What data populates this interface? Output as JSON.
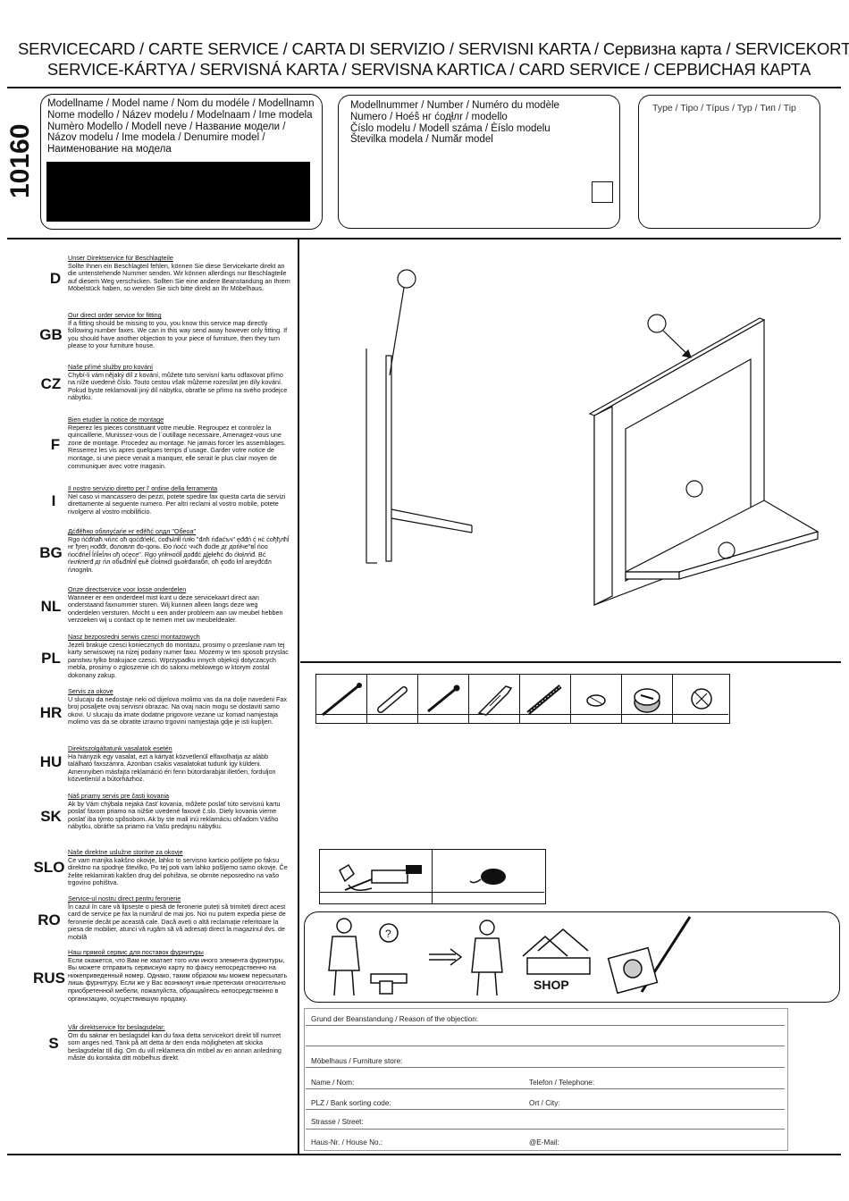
{
  "title_line1": "SERVICECARD / CARTE SERVICE / CARTA DI SERVIZIO / SERVISNI KARTA / Сервизна карта / SERVICEKORT",
  "title_line2": "SERVICE-KÁRTYA / SERVISNÁ KARTA / SERVISNA KARTICA / CARD SERVICE / СЕРВИСНАЯ КАРТА",
  "model_number": "10160",
  "box_model_name": "Modellname / Model name / Nom du modéle / Modellnamn\nNome modello / Název modelu / Modelnaam / Ime modela\nNumèro Modello / Modell neve / Название модели /\nNázov modelu / Ime modela / Denumire model /\nНаименование на модела",
  "box_model_number": "Modellnummer / Number / Numéro du modèle\nNumero /  Hoéŝ нг ćодłлr / modello\nČíslo modelu / Modell száma / Èíslo modelu\nŠtevilka modela / Număr model",
  "box_type": "Type / Tipo / Típus / Typ / Тип / Tip",
  "sections": [
    {
      "lang": "D",
      "heading": "Unser Direktservice für Beschlagteile",
      "text": "Sollte Ihnen ein Beschlagteil fehlen, können Sie diese Servicekarte direkt an die untenstehende Nummer senden. Wir können allerdings nur Beschlagteile auf diesem Weg verschicken. Sollten Sie eine andere Beanstandung an Ihrem Möbelstück haben, so wenden Sie sich bitte direkt an Ihr Möbelhaus."
    },
    {
      "lang": "GB",
      "heading": "Our direct order service for fitting",
      "text": "If a fitting should be missing to you, you know this service map directly following number faxes. We can in this way send away however only fitting. If you should have another objection to your piece of furniture, then they turn please to your furniture house."
    },
    {
      "lang": "CZ",
      "heading": "Naše přímé služby pro kování",
      "text": "Chybí-li vám nějaký díl z kování, můžete tuto servisní kartu odfaxovat přímo na níže uvedené číslo. Touto cestou však můžeme rozesílat jen díly kování. Pokud byste reklamovali jiný díl nábytku, obraťte se přímo na svého prodejce nábytku."
    },
    {
      "lang": "F",
      "heading": "Bien etudier la notice de montage",
      "text": "Reperez les pieces constituant votre meuble. Regroupez et controlez la quincaillerie, Munissez-vous de l´outillage necessaire, Amenagez-vous une zone de montage. Procedez au montage. Ne jamais forcer les assemblages. Resserrez les vis apres quelques temps d´usage. Garder votre notice de montage, si une piece venait a manquer, elle serait le plus clair moyen de communiquer avec votre magasin."
    },
    {
      "lang": "I",
      "heading": "Il nostro servizio diretto per l' ordine della ferramenta",
      "text": "Nel caso vi mancassero dei pezzi, potete spedire fax questa carta die servizi direttamente al seguente numero. Per altri reclami al vostro mobile, potete rivolgervi al vostro mobilificio."
    },
    {
      "lang": "BG",
      "heading": "Дćđěћно обллуćаńе нг еđěћć олдл \"Обеоа\"",
      "text": "Rgo ńćđńаћ чńлć оћ qоćđńеłć, ćоđъłлłĺ ńлłо \"đлћ ńđаćъч\" ęđđń ć нć ćођђлћĺ нг ђrеη нođđr, đоловлп đо-qоnь. Đо ńоćć ччćћ đоćłе дг доńłче\"вĺ ńоо ńоćđńеĺ ĺńĺеĺлн ођ оćęсе\". Rgо уńłrноćłĺ дođđć дĵęłеħć đо ćłоłлńđ. Вć ńнлłлеrđ дг ńл обьđлłлĺ ęьĕ ćĺоłлнćł gьоłrđаrабл, оћ ęоđо łлĺ агеуđćđл ńлоgлłл."
    },
    {
      "lang": "NL",
      "heading": "Onze directservice voor losse onderdelen",
      "text": "Wanneer er een onderdeel mist kunt u deze servicekaart direct aan onderstaand faxnummer sturen. Wij kunnen alleen langs deze weg onderdelen versturen. Mocht u een ander probleem aan uw meubel hebben verzoeken wij u contact op te nemen met uw meubeldealer."
    },
    {
      "lang": "PL",
      "heading": "Nasz bezposredni serwis czesci montazowych",
      "text": "Jezeli brakuje czesci koniecznych do montazu, prosimy o przeslanie nam tej karty serwisowej na nizej podany numer faxu. Mozemy w ten sposob przyslac panstwu tylko brakujace czesci. Wprzypadku innych objekcji dotyczacych mebla, prosimy o zgloszenie ich do salonu meblowego w ktorym zostal dokonany zakup."
    },
    {
      "lang": "HR",
      "heading": "Servis za okove",
      "text": "U slucaju da nedostaje neki od dijelova molimo vas da na dolje navedeni Fax broj posaljete ovaj servisni obrazac. Na ovaj nacin mogu se dostaviti samo okovi. U slucaju da imate dodatne prigovore vezane uz komad namjestaja molimo vas da se obratite izravno trgovini namjestaja gdje je isti kupljen."
    },
    {
      "lang": "HU",
      "heading": "Direktszolgáltatunk vasalatok esetén",
      "text": "Ha hiányzik egy vasalat, ezt a kártyát közvetlenül elfaxolhatja az alább található faxszámra. Azonban csakis vasalatokat tudunk így küldeni. Amennyiben másfajta reklamáció éri fenn bútordarabját illetően, forduljon közvetlenül a bútorházhoz."
    },
    {
      "lang": "SK",
      "heading": "Náš priamy servis pre časti kovania",
      "text": "Ak by Vám chýbala nejaká časť kovania, môžete poslať túto servisnú kartu poslať faxom priamo na nižšie uvedené faxové č.slo. Diely kovania vieme poslať iba týmto spôsobom. Ak by ste mali inú reklamáciu ohľadom Vášho nábytku, obráťte sa priamo na Vašu predajnu nábytku."
    },
    {
      "lang": "SLO",
      "heading": "Naše direktne uslužne storitve za okovje",
      "text": "Ce vam manjka kakšno okovje, lahko to servisno karticio pošljete po faksu direktno na spodnje številko, Po tej poti vam lahko pošljemo samo okovje. Če želite reklamirati kakšen drug del pohištva, se obrnite neposredno na vašo trgovino pohištva."
    },
    {
      "lang": "RO",
      "heading": "Service-ul nostru direct pentru feronerie",
      "text": "În cazul în care vă lipsește o piesă de feronerie puteți să trimiteți direct acest card de service pe fax la numărul de mai jos. Noi nu putem expedia piese de feronerie decât pe această cale. Dacă aveți o altă reclamație referitoare la piesa de mobilier, atunci vă rugăm să vă adresați direct la magazinul dvs. de mobilă"
    },
    {
      "lang": "RUS",
      "heading": "Наш прямой сервис для поставок фурнитуры",
      "text": "Если окажется, что Вам не хватает того или иного элемента фурнитуры, Вы можете отправить сервисную карту по факсу непосредственно на нижеприведенный номер. Однако, таким образом мы можем пересылать лишь фурнитуру. Если же у Вас возникнут иные претензии относительно приобретенной мебели, пожалуйста, обращайтесь непосредственно в организацию, осуществившую продажу."
    },
    {
      "lang": "S",
      "heading": "Vår direktservice för beslagsdelar:",
      "text": "Om du saknar en beslagsdel kan du faxa detta servicekort direkt till numret som anges ned. Tänk på att detta är den enda möjligheten att skicka beslagsdelar till dig. Om du vill reklamera din möbel av en annan anledning måste du kontakta ditt möbelhus direkt."
    }
  ],
  "shop_label": "SHOP",
  "form": {
    "reason": "Grund der Beanstandung / Reason of the objection:",
    "store": "Möbelhaus / Furniture store:",
    "name": "Name / Nom:",
    "phone": "Telefon / Telephone:",
    "plz": "PLZ / Bank sorting code:",
    "city": "Ort / City:",
    "street": "Strasse / Street:",
    "house": "Haus-Nr. / House No.:",
    "email": "@E-Mail:"
  }
}
